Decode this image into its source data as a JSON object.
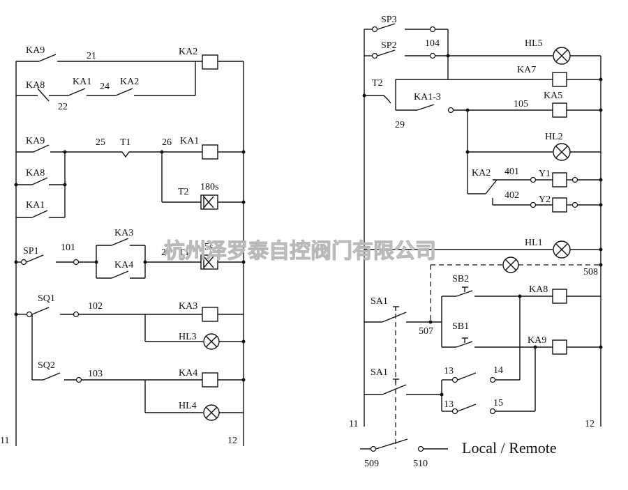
{
  "colors": {
    "ink": "#111111",
    "watermark": "#dcdcdc"
  },
  "watermark": "杭州泽罗泰自控阀门有限公司",
  "left": {
    "rail_left": "11",
    "rail_right": "12",
    "labels": {
      "ka9_a": "KA9",
      "n21": "21",
      "ka2_coil": "KA2",
      "ka8_a": "KA8",
      "ka1_a": "KA1",
      "n24": "24",
      "ka2_a": "KA2",
      "n22": "22",
      "ka9_b": "KA9",
      "n25": "25",
      "t1_a": "T1",
      "n26": "26",
      "ka1_coil": "KA1",
      "ka8_b": "KA8",
      "ka1_b": "KA1",
      "t2_coil": "T2",
      "t180": "180s",
      "ka3_a": "KA3",
      "sp1": "SP1",
      "n101": "101",
      "ka4_a": "KA4",
      "n27": "27",
      "t1_coil": "T1",
      "t5": "5s",
      "sq1": "SQ1",
      "n102": "102",
      "ka3_coil": "KA3",
      "hl3": "HL3",
      "sq2": "SQ2",
      "n103": "103",
      "ka4_coil": "KA4",
      "hl4": "HL4"
    }
  },
  "right": {
    "rail_left": "11",
    "rail_right": "12",
    "labels": {
      "sp3": "SP3",
      "sp2": "SP2",
      "n104": "104",
      "hl5": "HL5",
      "ka7": "KA7",
      "t2": "T2",
      "ka13": "KA1-3",
      "ka5": "KA5",
      "n105": "105",
      "n29": "29",
      "hl2": "HL2",
      "ka2": "KA2",
      "n401": "401",
      "y1": "Y1",
      "n402": "402",
      "y2": "Y2",
      "hl1": "HL1",
      "n508": "508",
      "sb2": "SB2",
      "ka8": "KA8",
      "sa1_a": "SA1",
      "n507": "507",
      "sb1": "SB1",
      "ka9": "KA9",
      "sa1_b": "SA1",
      "n13a": "13",
      "n14": "14",
      "n13b": "13",
      "n15": "15",
      "n509": "509",
      "n510": "510"
    },
    "selector_title": "Local / Remote"
  }
}
